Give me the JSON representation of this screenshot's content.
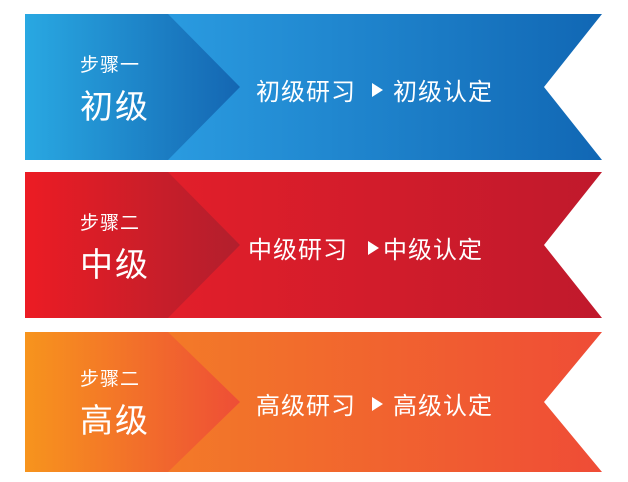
{
  "banners": [
    {
      "step_label": "步骤一",
      "level": "初级",
      "training": "初级研习",
      "certification": "初级认定",
      "colors": {
        "light": "#29a8e2",
        "dark": "#1466b2",
        "chevron_light": "#2a9be0",
        "chevron_dark": "#1167b4"
      }
    },
    {
      "step_label": "步骤二",
      "level": "中级",
      "training": "中级研习",
      "certification": "中级认定",
      "colors": {
        "light": "#ec1c24",
        "dark": "#b21f2d",
        "chevron_light": "#e21f2a",
        "chevron_dark": "#c0192c"
      }
    },
    {
      "step_label": "步骤二",
      "level": "高级",
      "training": "高级研习",
      "certification": "高级认定",
      "colors": {
        "light": "#f7941d",
        "dark": "#ee4e36",
        "chevron_light": "#f37a28",
        "chevron_dark": "#ef4c36"
      }
    }
  ]
}
